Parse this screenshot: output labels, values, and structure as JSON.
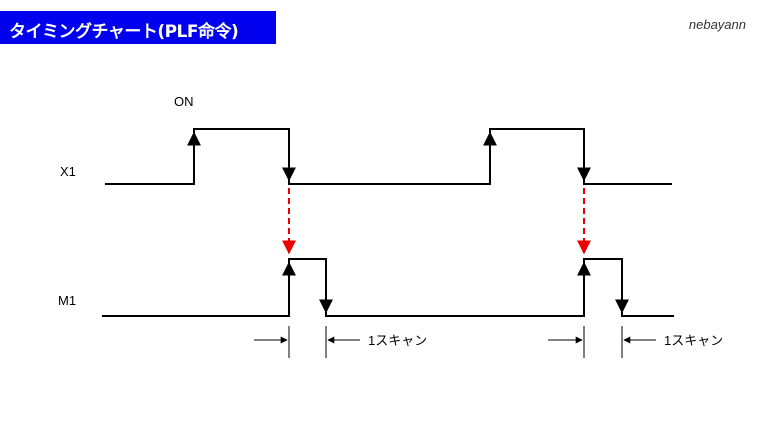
{
  "header": {
    "title": "タイミングチャート(PLF命令)",
    "author": "nebayann",
    "title_bg": "#0000ee"
  },
  "signals": {
    "x1": "X1",
    "m1": "M1"
  },
  "labels": {
    "on": "ON",
    "scan_1": "1スキャン",
    "scan_2": "1スキャン"
  },
  "colors": {
    "signal": "#000000",
    "trigger_arrow": "#ee0000"
  }
}
